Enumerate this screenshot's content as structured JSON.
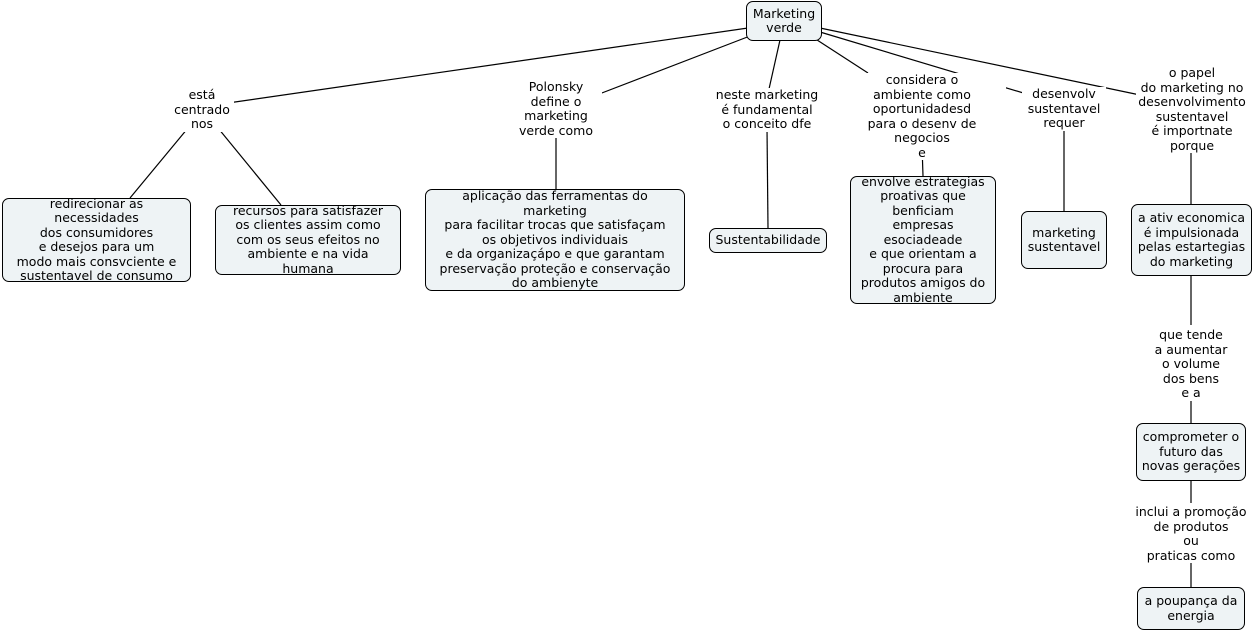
{
  "root": "Marketing\nverde",
  "labels": {
    "centrado": "está\ncentrado\nnos",
    "polonsky": "Polonsky\ndefine o\nmarketing\nverde como",
    "neste": "neste marketing\né fundamental\no conceito dfe",
    "considera": "considera o\nambiente como\noportunidadesd\npara o desenv de negocios\ne",
    "desenvolv": "desenvolv\nsustentavel\nrequer",
    "papel": "o papel\ndo marketing no\ndesenvolvimento\nsustentavel\né importnate\nporque",
    "tende": "que tende\na aumentar\no volume\ndos bens\ne a",
    "inclui": "inclui a promoção\nde produtos\nou\npraticas como"
  },
  "concepts": {
    "redirecionar": "redirecionar as necessidades\ndos consumidores\ne desejos para  um\nmodo mais consvciente e\nsustentavel de consumo",
    "recursos": "recursos para satisfazer\nos clientes  assim como\ncom os seus efeitos no\nambiente e na vida humana",
    "aplicacao": "aplicação das ferramentas do marketing\npara facilitar trocas  que satisfaçam\nos objetivos individuais\ne da organizaçápo e que garantam\npreservação proteção e conservação\ndo ambienyte",
    "sustentabilidade": "Sustentabilidade",
    "envolve": "envolve estrategias\nproativas que\nbenficiam\nempresas esociadeade\ne que orientam a\nprocura para\nprodutos amigos do\nambiente",
    "marketing_sustentavel": "marketing\nsustentavel",
    "ativ": "a ativ economica\né impulsionada\npelas estartegias\ndo marketing",
    "comprometer": "comprometer o\nfuturo das\nnovas gerações",
    "poupanca": "a poupança da\nenergia"
  }
}
